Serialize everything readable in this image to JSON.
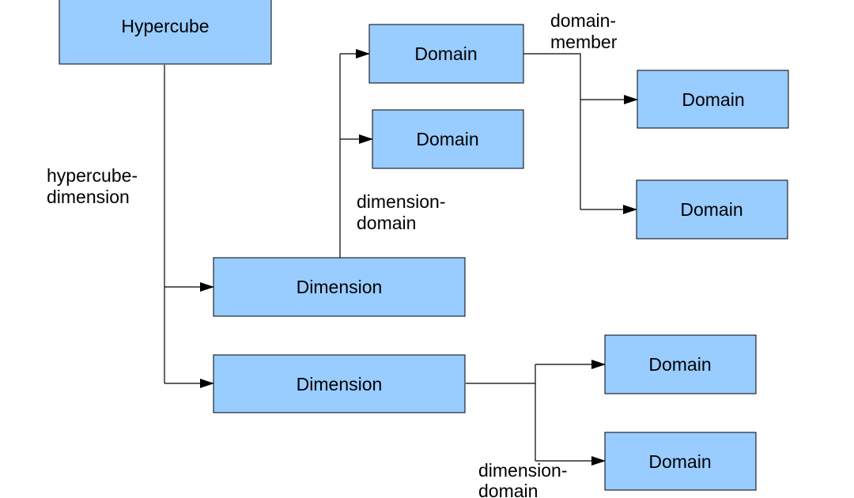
{
  "colors": {
    "node_fill": "#99ccff",
    "node_stroke": "#000000",
    "edge": "#000000",
    "background": "#ffffff"
  },
  "nodes": {
    "hypercube": "Hypercube",
    "dimension_1": "Dimension",
    "dimension_2": "Dimension",
    "domain_a": "Domain",
    "domain_b": "Domain",
    "domain_a_member_1": "Domain",
    "domain_a_member_2": "Domain",
    "domain_c": "Domain",
    "domain_d": "Domain"
  },
  "edge_labels": {
    "hypercube_dimension": [
      "hypercube-",
      "dimension"
    ],
    "dimension_domain_upper": [
      "dimension-",
      "domain"
    ],
    "domain_member": [
      "domain-",
      "member"
    ],
    "dimension_domain_lower": [
      "dimension-",
      "domain"
    ]
  }
}
